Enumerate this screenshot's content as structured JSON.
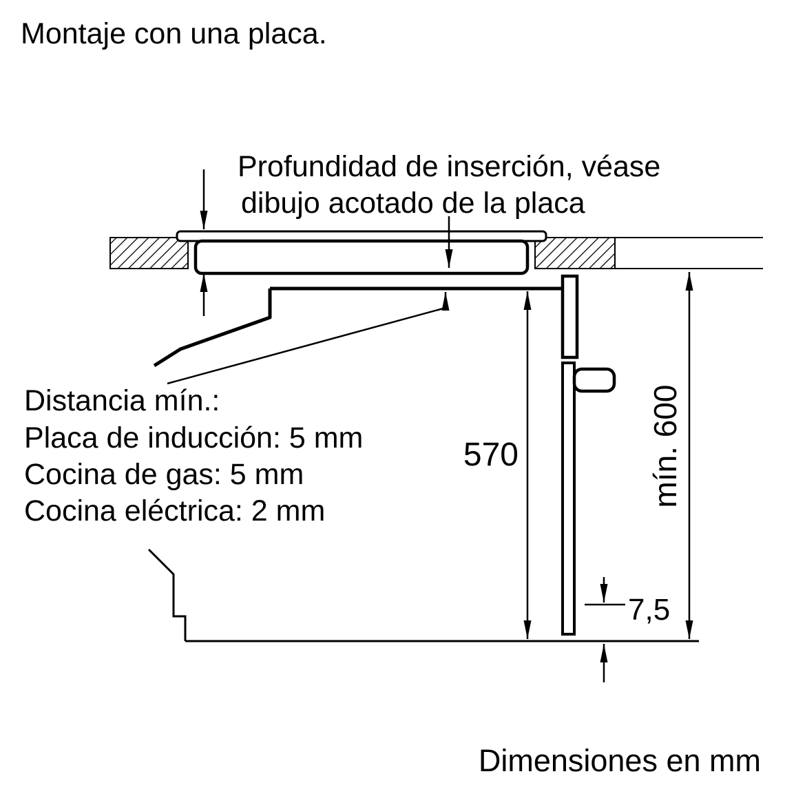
{
  "title": "Montaje con una placa.",
  "callouts": {
    "insertion_depth": {
      "line1": "Profundidad de inserción, véase",
      "line2": "dibujo acotado de la placa"
    },
    "min_distance": {
      "heading": "Distancia mín.:",
      "induction": "Placa de inducción: 5 mm",
      "gas": "Cocina de gas: 5 mm",
      "electric": "Cocina eléctrica: 2 mm"
    }
  },
  "dimensions": {
    "oven_front_height_mm": "570",
    "min_niche_height": "mín. 600",
    "bottom_gap_mm": "7,5"
  },
  "footer_note": "Dimensiones en mm",
  "colors": {
    "line": "#000000",
    "background": "#ffffff"
  }
}
